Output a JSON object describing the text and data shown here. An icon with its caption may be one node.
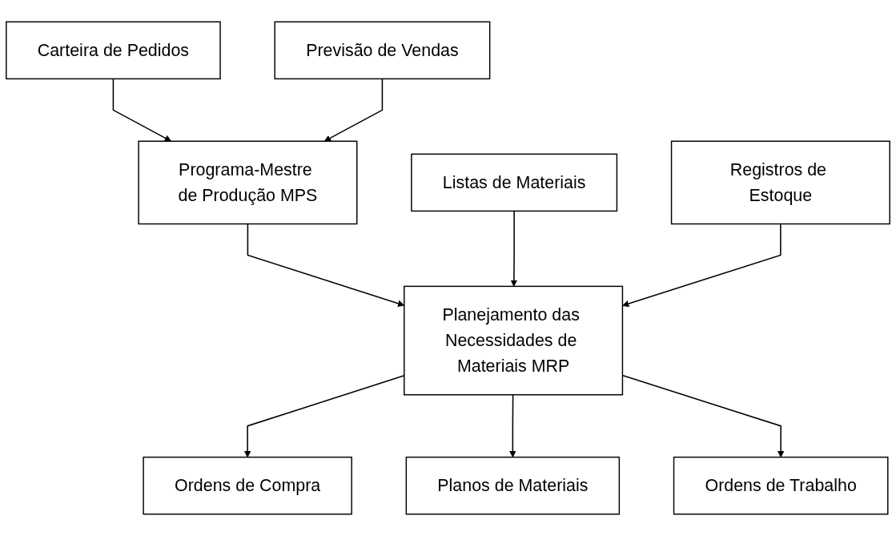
{
  "diagram": {
    "nodes": [
      {
        "text": [
          "Carteira de Pedidos"
        ]
      },
      {
        "text": [
          "Programa-Mestre de Produção MPS"
        ]
      },
      {
        "text": [
          "Previsão de Vendas"
        ]
      },
      {
        "text": [
          "Listas de Materiais"
        ]
      },
      {
        "text": [
          "Planejamento das Necessidades de Materiais MRP"
        ]
      },
      {
        "text": [
          "Registros de Estoque"
        ]
      },
      {
        "text": [
          "Ordens de Compra"
        ]
      },
      {
        "text": [
          "Planos de Materiais"
        ]
      },
      {
        "text": [
          "Ordens de Trabalho"
        ]
      }
    ],
    "edges": [
      {
        "from": 0,
        "to": 1,
        "arrow": "to"
      },
      {
        "from": 2,
        "to": 1,
        "arrow": "to"
      },
      {
        "from": 1,
        "to": 4,
        "arrow": "to"
      },
      {
        "from": 3,
        "to": 4,
        "arrow": "to"
      },
      {
        "from": 5,
        "to": 4,
        "arrow": "to"
      },
      {
        "from": 4,
        "to": 6,
        "arrow": "to"
      },
      {
        "from": 4,
        "to": 7,
        "arrow": "to"
      },
      {
        "from": 4,
        "to": 8,
        "arrow": "to"
      }
    ]
  }
}
